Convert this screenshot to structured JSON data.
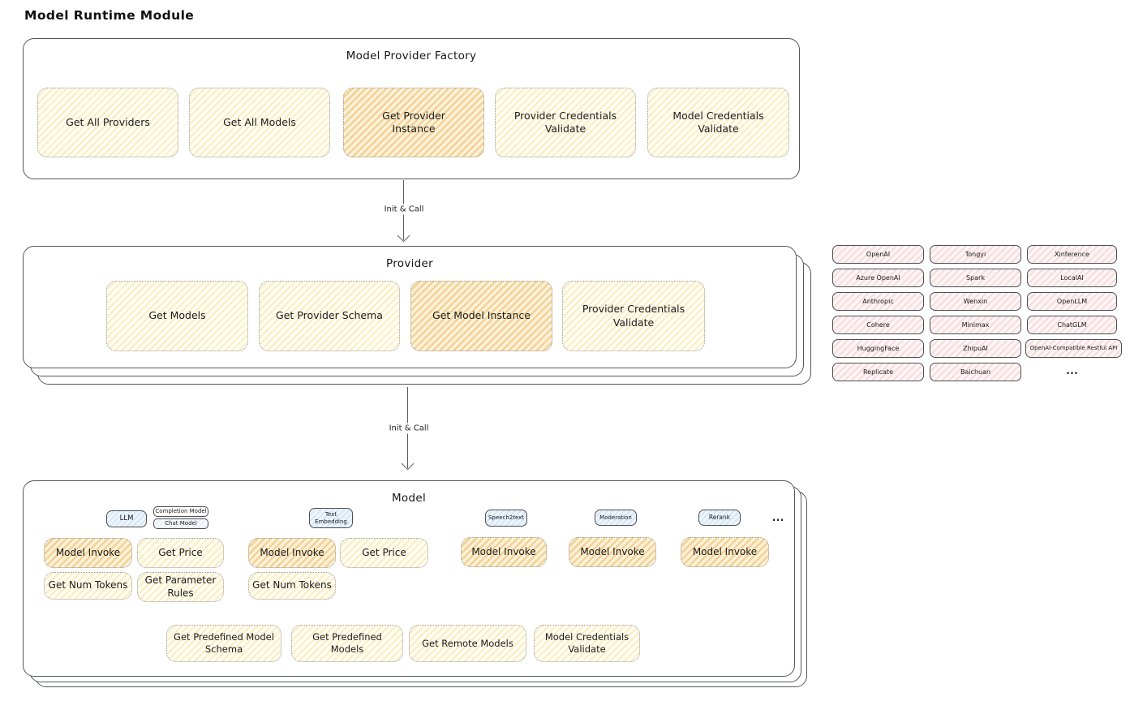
{
  "title": "Model Runtime Module",
  "arrows": {
    "label1": "Init & Call",
    "label2": "Init & Call"
  },
  "factory": {
    "title": "Model Provider Factory",
    "buttons": [
      {
        "label": "Get All Providers",
        "highlighted": false
      },
      {
        "label": "Get All Models",
        "highlighted": false
      },
      {
        "label": "Get Provider Instance",
        "highlighted": true
      },
      {
        "label": "Provider Credentials Validate",
        "highlighted": false
      },
      {
        "label": "Model Credentials Validate",
        "highlighted": false
      }
    ]
  },
  "provider": {
    "title": "Provider",
    "buttons": [
      {
        "label": "Get Models",
        "highlighted": false
      },
      {
        "label": "Get Provider Schema",
        "highlighted": false
      },
      {
        "label": "Get Model Instance",
        "highlighted": true
      },
      {
        "label": "Provider Credentials Validate",
        "highlighted": false
      }
    ]
  },
  "model": {
    "title": "Model",
    "ellipsis": "...",
    "model_types": {
      "llm": "LLM",
      "completion_model": "Completion Model",
      "chat_model": "Chat Model",
      "text_embedding": "Text Embedding",
      "speech2text": "Speech2text",
      "moderation": "Moderation",
      "rerank": "Rerank"
    },
    "llm_group": {
      "model_invoke": "Model Invoke",
      "get_price": "Get Price",
      "get_num_tokens": "Get Num Tokens",
      "get_parameter_rules": "Get Parameter Rules"
    },
    "text_embedding_group": {
      "model_invoke": "Model Invoke",
      "get_price": "Get Price",
      "get_num_tokens": "Get Num Tokens"
    },
    "speech2text_group": {
      "model_invoke": "Model Invoke"
    },
    "moderation_group": {
      "model_invoke": "Model Invoke"
    },
    "rerank_group": {
      "model_invoke": "Model Invoke"
    },
    "bottom_buttons": [
      "Get Predefined Model Schema",
      "Get Predefined Models",
      "Get Remote Models",
      "Model Credentials Validate"
    ]
  },
  "providers_list": {
    "column1": [
      "OpenAI",
      "Azure OpenAI",
      "Anthropic",
      "Cohere",
      "HuggingFace",
      "Replicate"
    ],
    "column2": [
      "Tongyi",
      "Spark",
      "Wenxin",
      "Minimax",
      "ZhipuAI",
      "Baichuan"
    ],
    "column3": [
      "Xinference",
      "LocalAI",
      "OpenLLM",
      "ChatGLM",
      "OpenAI-Compatible Restful API"
    ],
    "ellipsis": "..."
  },
  "colors": {
    "yellow_node_fill": "#fffdf0",
    "yellow_node_hatch": "#f0d78c",
    "highlight_node_fill": "#fcf2da",
    "highlight_node_hatch": "#ebaf50",
    "blue_pill_fill": "#edf5fc",
    "pink_pill_fill": "#fdf5f5",
    "box_border": "#54575b",
    "dotted_border": "#9b9b9b"
  }
}
